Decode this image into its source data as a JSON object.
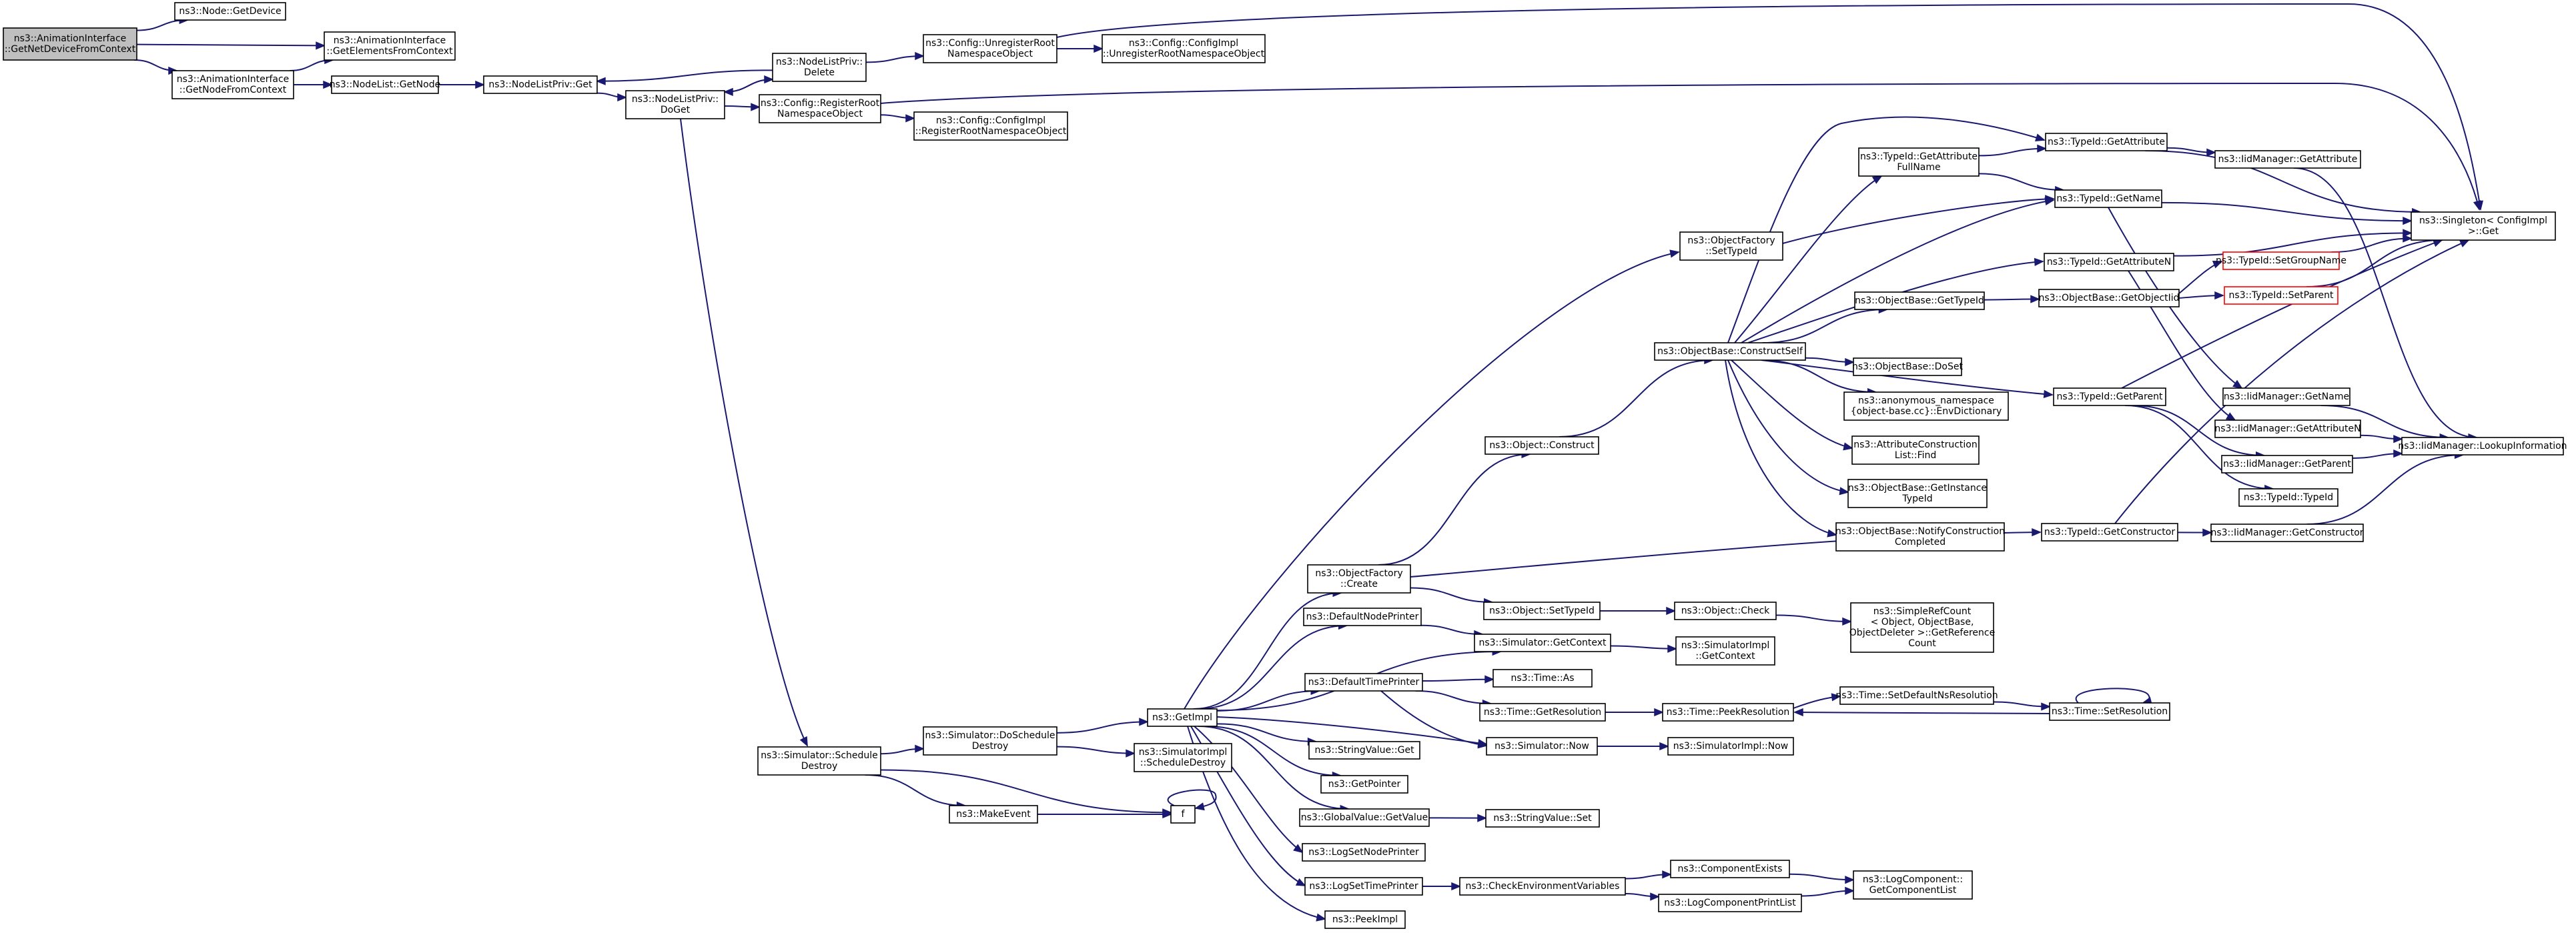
{
  "graph": {
    "type": "call-graph",
    "nodes": [
      {
        "id": "root",
        "lines": [
          "ns3::AnimationInterface",
          "::GetNetDeviceFromContext"
        ],
        "style": "root"
      },
      {
        "id": "nodegetdevice",
        "lines": [
          "ns3::Node::GetDevice"
        ]
      },
      {
        "id": "getelements",
        "lines": [
          "ns3::AnimationInterface",
          "::GetElementsFromContext"
        ]
      },
      {
        "id": "getnodefromctx",
        "lines": [
          "ns3::AnimationInterface",
          "::GetNodeFromContext"
        ]
      },
      {
        "id": "nodelistgetnode",
        "lines": [
          "ns3::NodeList::GetNode"
        ]
      },
      {
        "id": "nlpget",
        "lines": [
          "ns3::NodeListPriv::Get"
        ]
      },
      {
        "id": "nlpdoget",
        "lines": [
          "ns3::NodeListPriv::",
          "DoGet"
        ]
      },
      {
        "id": "nlpdelete",
        "lines": [
          "ns3::NodeListPriv::",
          "Delete"
        ]
      },
      {
        "id": "unregroot",
        "lines": [
          "ns3::Config::UnregisterRoot",
          "NamespaceObject"
        ]
      },
      {
        "id": "implunreg",
        "lines": [
          "ns3::Config::ConfigImpl",
          "::UnregisterRootNamespaceObject"
        ]
      },
      {
        "id": "regroot",
        "lines": [
          "ns3::Config::RegisterRoot",
          "NamespaceObject"
        ]
      },
      {
        "id": "implreg",
        "lines": [
          "ns3::Config::ConfigImpl",
          "::RegisterRootNamespaceObject"
        ]
      },
      {
        "id": "simschedule",
        "lines": [
          "ns3::Simulator::Schedule",
          "Destroy"
        ]
      },
      {
        "id": "simdoschedule",
        "lines": [
          "ns3::Simulator::DoSchedule",
          "Destroy"
        ]
      },
      {
        "id": "makeevent",
        "lines": [
          "ns3::MakeEvent"
        ]
      },
      {
        "id": "f",
        "lines": [
          "f"
        ]
      },
      {
        "id": "getimpl",
        "lines": [
          "ns3::GetImpl"
        ]
      },
      {
        "id": "simimplsched",
        "lines": [
          "ns3::SimulatorImpl",
          "::ScheduleDestroy"
        ]
      },
      {
        "id": "objfactcreate",
        "lines": [
          "ns3::ObjectFactory",
          "::Create"
        ]
      },
      {
        "id": "defnodeprinter",
        "lines": [
          "ns3::DefaultNodePrinter"
        ]
      },
      {
        "id": "deftimeprinter",
        "lines": [
          "ns3::DefaultTimePrinter"
        ]
      },
      {
        "id": "stringvalueget",
        "lines": [
          "ns3::StringValue::Get"
        ]
      },
      {
        "id": "getpointer",
        "lines": [
          "ns3::GetPointer"
        ]
      },
      {
        "id": "globalvalueget",
        "lines": [
          "ns3::GlobalValue::GetValue"
        ]
      },
      {
        "id": "logsetnode",
        "lines": [
          "ns3::LogSetNodePrinter"
        ]
      },
      {
        "id": "logsettime",
        "lines": [
          "ns3::LogSetTimePrinter"
        ]
      },
      {
        "id": "peekimpl",
        "lines": [
          "ns3::PeekImpl"
        ]
      },
      {
        "id": "objfactsettypeid",
        "lines": [
          "ns3::ObjectFactory",
          "::SetTypeId"
        ]
      },
      {
        "id": "objconstruct",
        "lines": [
          "ns3::Object::Construct"
        ]
      },
      {
        "id": "objsettypeid",
        "lines": [
          "ns3::Object::SetTypeId"
        ]
      },
      {
        "id": "simgetcontext",
        "lines": [
          "ns3::Simulator::GetContext"
        ]
      },
      {
        "id": "timeas",
        "lines": [
          "ns3::Time::As"
        ]
      },
      {
        "id": "timegetres",
        "lines": [
          "ns3::Time::GetResolution"
        ]
      },
      {
        "id": "simnow",
        "lines": [
          "ns3::Simulator::Now"
        ]
      },
      {
        "id": "stringvalueset",
        "lines": [
          "ns3::StringValue::Set"
        ]
      },
      {
        "id": "checkenv",
        "lines": [
          "ns3::CheckEnvironmentVariables"
        ]
      },
      {
        "id": "objbaseconstructself",
        "lines": [
          "ns3::ObjectBase::ConstructSelf"
        ]
      },
      {
        "id": "objcheck",
        "lines": [
          "ns3::Object::Check"
        ]
      },
      {
        "id": "simimplgetctx",
        "lines": [
          "ns3::SimulatorImpl",
          "::GetContext"
        ]
      },
      {
        "id": "timepeekres",
        "lines": [
          "ns3::Time::PeekResolution"
        ]
      },
      {
        "id": "simimplnow",
        "lines": [
          "ns3::SimulatorImpl::Now"
        ]
      },
      {
        "id": "compexists",
        "lines": [
          "ns3::ComponentExists"
        ]
      },
      {
        "id": "logcompprintlist",
        "lines": [
          "ns3::LogComponentPrintList"
        ]
      },
      {
        "id": "typeidgetattrfull",
        "lines": [
          "ns3::TypeId::GetAttribute",
          "FullName"
        ]
      },
      {
        "id": "objbasegettypeid",
        "lines": [
          "ns3::ObjectBase::GetTypeId"
        ]
      },
      {
        "id": "objbasedoset",
        "lines": [
          "ns3::ObjectBase::DoSet"
        ]
      },
      {
        "id": "anonenv",
        "lines": [
          "ns3::anonymous_namespace",
          "{object-base.cc}::EnvDictionary"
        ]
      },
      {
        "id": "attrconstructfind",
        "lines": [
          "ns3::AttributeConstruction",
          "List::Find"
        ]
      },
      {
        "id": "objbasegetinst",
        "lines": [
          "ns3::ObjectBase::GetInstance",
          "TypeId"
        ]
      },
      {
        "id": "objbasenotify",
        "lines": [
          "ns3::ObjectBase::NotifyConstruction",
          "Completed"
        ]
      },
      {
        "id": "simplerefcount",
        "lines": [
          "ns3::SimpleRefCount",
          "< Object, ObjectBase,",
          "ObjectDeleter >::GetReference",
          "Count"
        ]
      },
      {
        "id": "timesetdefault",
        "lines": [
          "ns3::Time::SetDefaultNsResolution"
        ]
      },
      {
        "id": "logcompgetlist",
        "lines": [
          "ns3::LogComponent::",
          "GetComponentList"
        ]
      },
      {
        "id": "typeidgetattr",
        "lines": [
          "ns3::TypeId::GetAttribute"
        ]
      },
      {
        "id": "typeidgetname",
        "lines": [
          "ns3::TypeId::GetName"
        ]
      },
      {
        "id": "typeidgetattrn",
        "lines": [
          "ns3::TypeId::GetAttributeN"
        ]
      },
      {
        "id": "objbasegetobjtid",
        "lines": [
          "ns3::ObjectBase::GetObjectIid"
        ]
      },
      {
        "id": "typeidgetparent",
        "lines": [
          "ns3::TypeId::GetParent"
        ]
      },
      {
        "id": "typeidgetctor",
        "lines": [
          "ns3::TypeId::GetConstructor"
        ]
      },
      {
        "id": "timesetres",
        "lines": [
          "ns3::Time::SetResolution"
        ]
      },
      {
        "id": "iidgetattr",
        "lines": [
          "ns3::IidManager::GetAttribute"
        ]
      },
      {
        "id": "typeidsetgroup",
        "lines": [
          "ns3::TypeId::SetGroupName"
        ],
        "style": "red"
      },
      {
        "id": "typeidsetparent",
        "lines": [
          "ns3::TypeId::SetParent"
        ],
        "style": "red"
      },
      {
        "id": "iidgetname",
        "lines": [
          "ns3::IidManager::GetName"
        ]
      },
      {
        "id": "iidgetattrn",
        "lines": [
          "ns3::IidManager::GetAttributeN"
        ]
      },
      {
        "id": "iidgetparent",
        "lines": [
          "ns3::IidManager::GetParent"
        ]
      },
      {
        "id": "typeidtypeid",
        "lines": [
          "ns3::TypeId::TypeId"
        ]
      },
      {
        "id": "iidgetctor",
        "lines": [
          "ns3::IidManager::GetConstructor"
        ]
      },
      {
        "id": "singletonget",
        "lines": [
          "ns3::Singleton< ConfigImpl",
          ">::Get"
        ]
      },
      {
        "id": "iidlookup",
        "lines": [
          "ns3::IidManager::LookupInformation"
        ]
      }
    ],
    "edges": [
      [
        "root",
        "nodegetdevice"
      ],
      [
        "root",
        "getelements"
      ],
      [
        "root",
        "getnodefromctx"
      ],
      [
        "getnodefromctx",
        "getelements"
      ],
      [
        "getnodefromctx",
        "nodelistgetnode"
      ],
      [
        "nodelistgetnode",
        "nlpget"
      ],
      [
        "nlpget",
        "nlpdoget"
      ],
      [
        "nlpdoget",
        "nlpdelete"
      ],
      [
        "nlpdoget",
        "regroot"
      ],
      [
        "nlpdoget",
        "simschedule"
      ],
      [
        "nlpdelete",
        "nlpget"
      ],
      [
        "nlpdelete",
        "nlpdoget"
      ],
      [
        "nlpdelete",
        "unregroot"
      ],
      [
        "unregroot",
        "implunreg"
      ],
      [
        "unregroot",
        "singletonget"
      ],
      [
        "regroot",
        "implreg"
      ],
      [
        "regroot",
        "singletonget"
      ],
      [
        "simschedule",
        "simdoschedule"
      ],
      [
        "simschedule",
        "makeevent"
      ],
      [
        "simschedule",
        "f"
      ],
      [
        "makeevent",
        "f"
      ],
      [
        "f",
        "f"
      ],
      [
        "simdoschedule",
        "getimpl"
      ],
      [
        "simdoschedule",
        "simimplsched"
      ],
      [
        "getimpl",
        "objfactcreate"
      ],
      [
        "getimpl",
        "objfactsettypeid"
      ],
      [
        "getimpl",
        "defnodeprinter"
      ],
      [
        "getimpl",
        "simgetcontext"
      ],
      [
        "getimpl",
        "deftimeprinter"
      ],
      [
        "getimpl",
        "stringvalueget"
      ],
      [
        "getimpl",
        "getpointer"
      ],
      [
        "getimpl",
        "globalvalueget"
      ],
      [
        "getimpl",
        "logsetnode"
      ],
      [
        "getimpl",
        "logsettime"
      ],
      [
        "getimpl",
        "peekimpl"
      ],
      [
        "getimpl",
        "simnow"
      ],
      [
        "objfactcreate",
        "objconstruct"
      ],
      [
        "objfactcreate",
        "objsettypeid"
      ],
      [
        "objfactcreate",
        "typeidgetctor"
      ],
      [
        "objfactsettypeid",
        "typeidgetname"
      ],
      [
        "defnodeprinter",
        "simgetcontext"
      ],
      [
        "deftimeprinter",
        "timeas"
      ],
      [
        "deftimeprinter",
        "timegetres"
      ],
      [
        "deftimeprinter",
        "simnow"
      ],
      [
        "globalvalueget",
        "stringvalueset"
      ],
      [
        "logsettime",
        "checkenv"
      ],
      [
        "objconstruct",
        "objbaseconstructself"
      ],
      [
        "objsettypeid",
        "objcheck"
      ],
      [
        "simgetcontext",
        "simimplgetctx"
      ],
      [
        "timegetres",
        "timepeekres"
      ],
      [
        "simnow",
        "simimplnow"
      ],
      [
        "checkenv",
        "compexists"
      ],
      [
        "checkenv",
        "logcompprintlist"
      ],
      [
        "compexists",
        "logcompgetlist"
      ],
      [
        "logcompprintlist",
        "logcompgetlist"
      ],
      [
        "objcheck",
        "simplerefcount"
      ],
      [
        "objbaseconstructself",
        "typeidgetattrfull"
      ],
      [
        "objbaseconstructself",
        "typeidgetattr"
      ],
      [
        "objbaseconstructself",
        "typeidgetname"
      ],
      [
        "objbaseconstructself",
        "typeidgetattrn"
      ],
      [
        "objbaseconstructself",
        "objbasegettypeid"
      ],
      [
        "objbaseconstructself",
        "objbasedoset"
      ],
      [
        "objbaseconstructself",
        "anonenv"
      ],
      [
        "objbaseconstructself",
        "attrconstructfind"
      ],
      [
        "objbaseconstructself",
        "objbasegetinst"
      ],
      [
        "objbaseconstructself",
        "objbasenotify"
      ],
      [
        "objbaseconstructself",
        "typeidgetparent"
      ],
      [
        "typeidgetattrfull",
        "typeidgetattr"
      ],
      [
        "typeidgetattrfull",
        "typeidgetname"
      ],
      [
        "objbasegettypeid",
        "objbasegetobjtid"
      ],
      [
        "objbasegetobjtid",
        "typeidsetgroup"
      ],
      [
        "objbasegetobjtid",
        "typeidsetparent"
      ],
      [
        "typeidsetgroup",
        "singletonget"
      ],
      [
        "typeidsetparent",
        "singletonget"
      ],
      [
        "typeidgetattr",
        "iidgetattr"
      ],
      [
        "typeidgetattr",
        "singletonget"
      ],
      [
        "typeidgetname",
        "iidgetname"
      ],
      [
        "typeidgetname",
        "singletonget"
      ],
      [
        "typeidgetattrn",
        "iidgetattrn"
      ],
      [
        "typeidgetattrn",
        "singletonget"
      ],
      [
        "typeidgetparent",
        "iidgetparent"
      ],
      [
        "typeidgetparent",
        "typeidtypeid"
      ],
      [
        "typeidgetparent",
        "singletonget"
      ],
      [
        "typeidgetctor",
        "iidgetctor"
      ],
      [
        "typeidgetctor",
        "singletonget"
      ],
      [
        "iidgetattr",
        "iidlookup"
      ],
      [
        "iidgetname",
        "iidlookup"
      ],
      [
        "iidgetattrn",
        "iidlookup"
      ],
      [
        "iidgetparent",
        "iidlookup"
      ],
      [
        "iidgetctor",
        "iidlookup"
      ],
      [
        "timesetdefault",
        "timesetres"
      ],
      [
        "timesetres",
        "timepeekres"
      ],
      [
        "timesetres",
        "timesetres"
      ],
      [
        "timepeekres",
        "timesetdefault"
      ]
    ]
  }
}
